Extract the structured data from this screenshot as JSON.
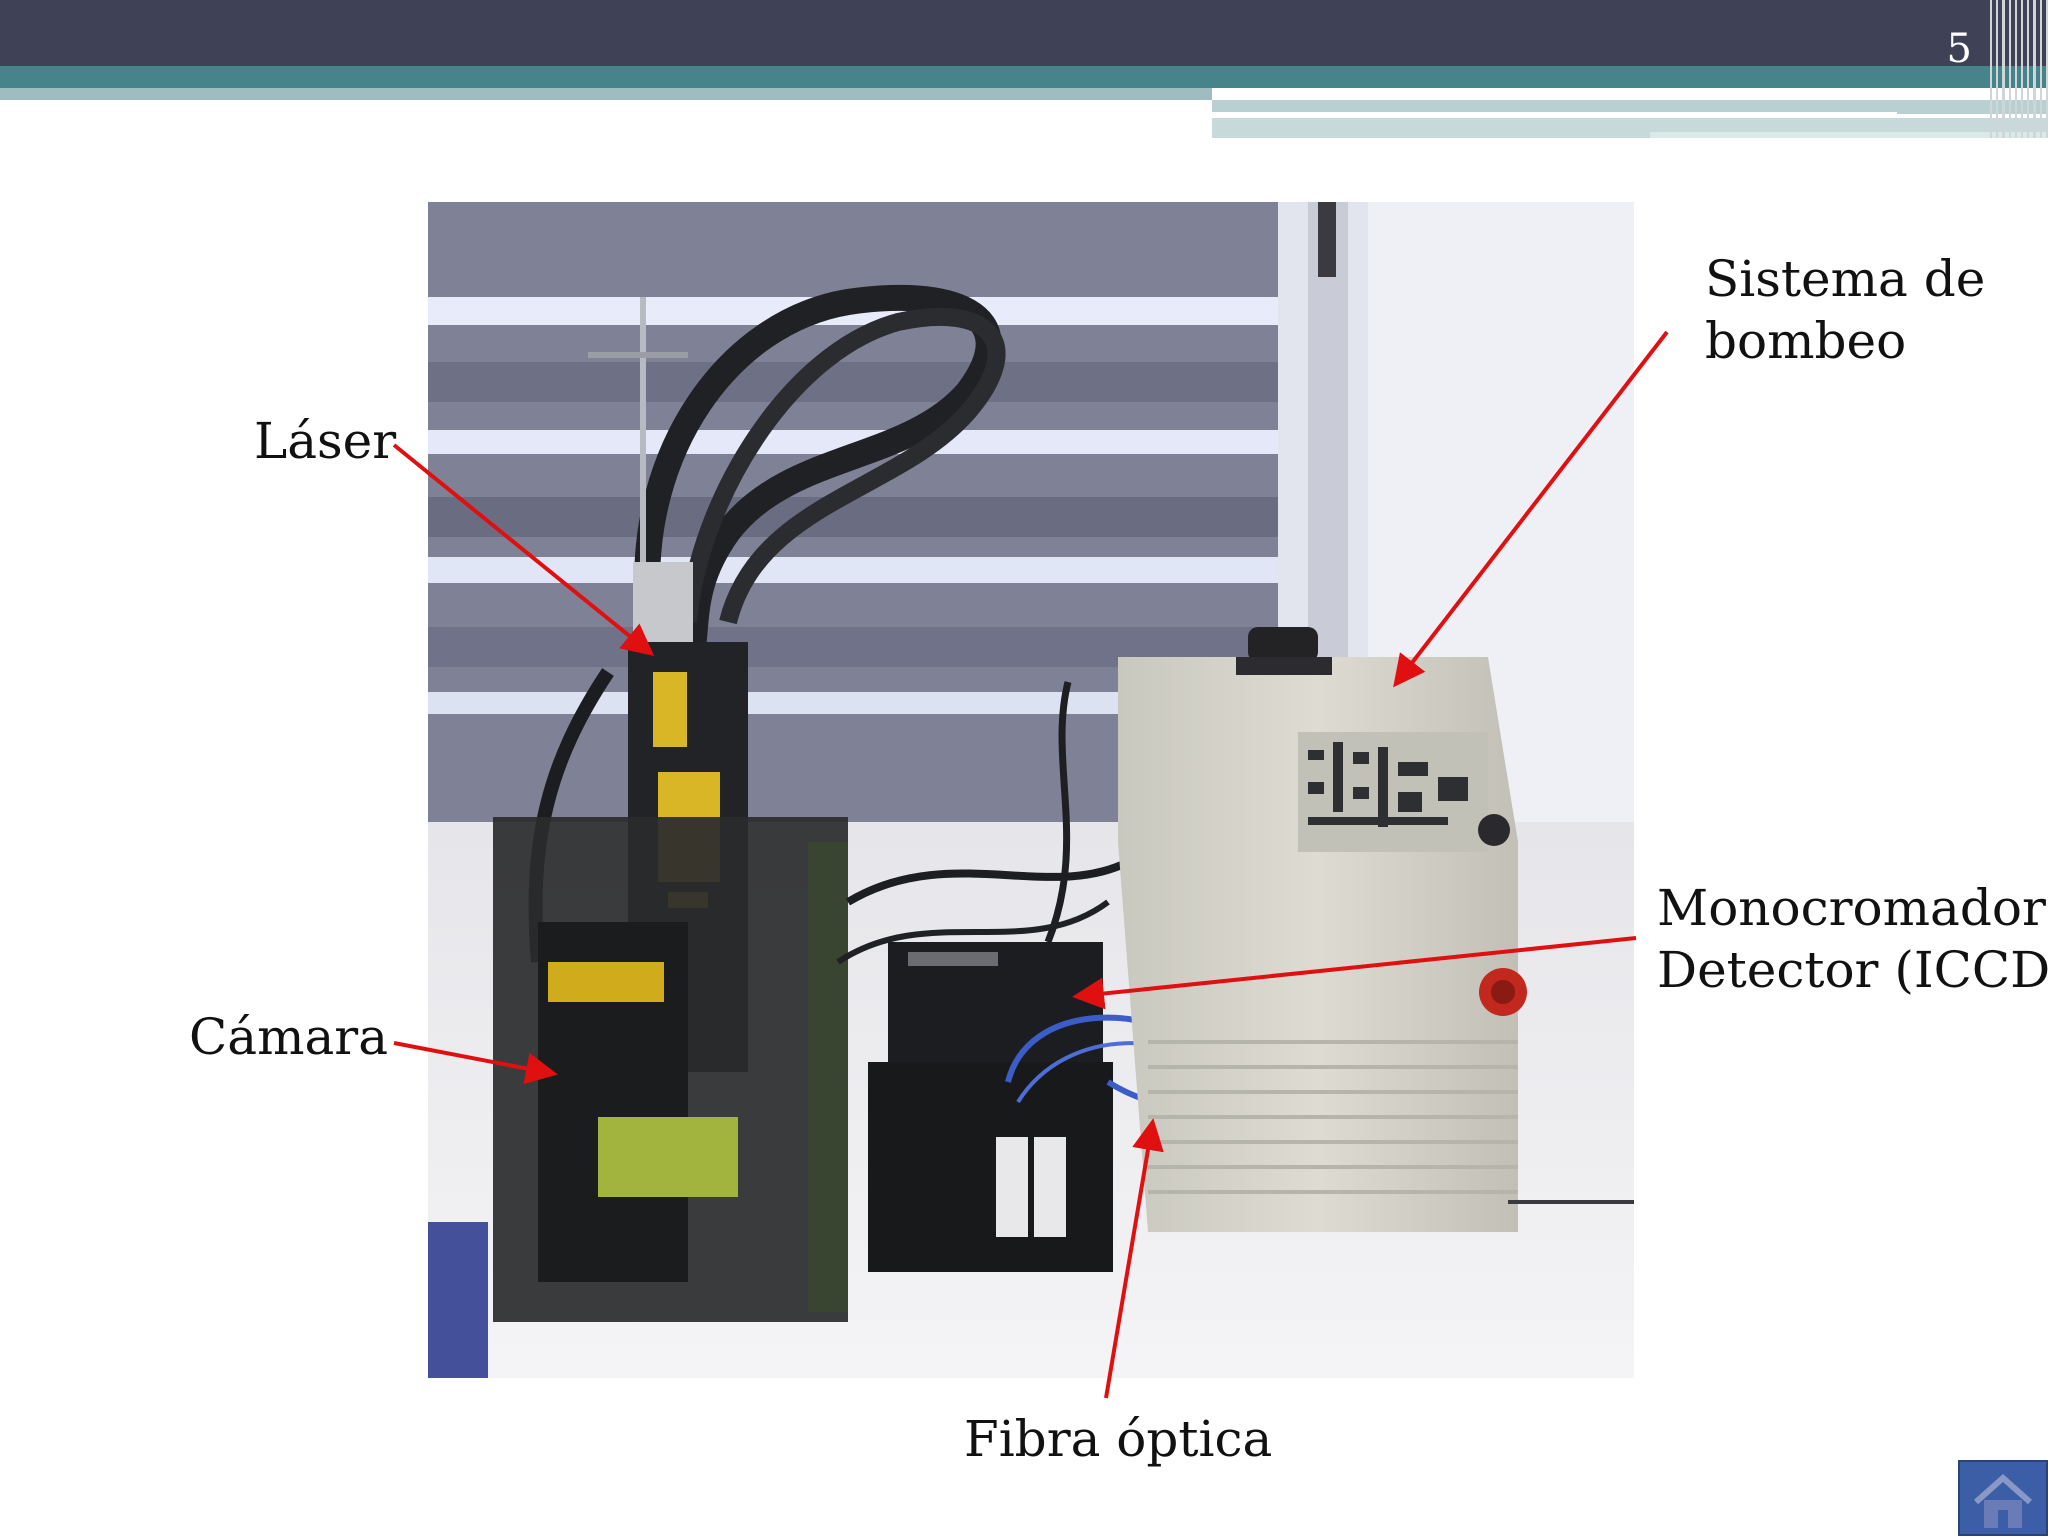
{
  "slide": {
    "number": "5",
    "labels": {
      "laser": "Láser",
      "camara": "Cámara",
      "sistema_line1": "Sistema de",
      "sistema_line2": "bombeo",
      "mono_line1": "Monocromador",
      "mono_line2": "Detector (ICCD)",
      "fibra": "Fibra óptica"
    }
  },
  "colors": {
    "header_dark": "#3f4156",
    "header_teal": "#47838a",
    "arrow": "#e01010",
    "home_button": "#3c5ea6"
  },
  "icons": {
    "home": "home-icon"
  }
}
